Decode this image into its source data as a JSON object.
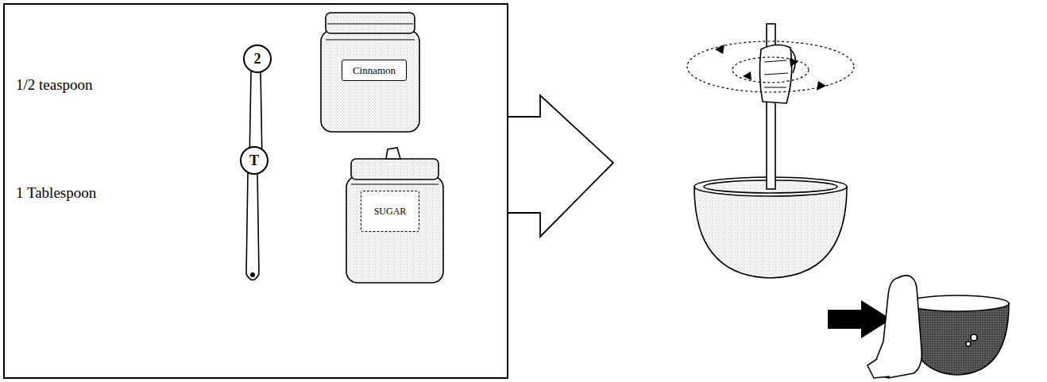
{
  "diagram": {
    "nodes": [
      {
        "text": [
          "1/2 teaspoon",
          "1 Tablespoon"
        ]
      },
      {
        "text": [
          "2"
        ],
        "in": 0
      },
      {
        "text": [
          "Cinnamon"
        ],
        "in": 0
      },
      {
        "text": [
          "T"
        ],
        "in": 0
      },
      {
        "text": [
          "SUGAR"
        ],
        "in": 0
      }
    ]
  }
}
